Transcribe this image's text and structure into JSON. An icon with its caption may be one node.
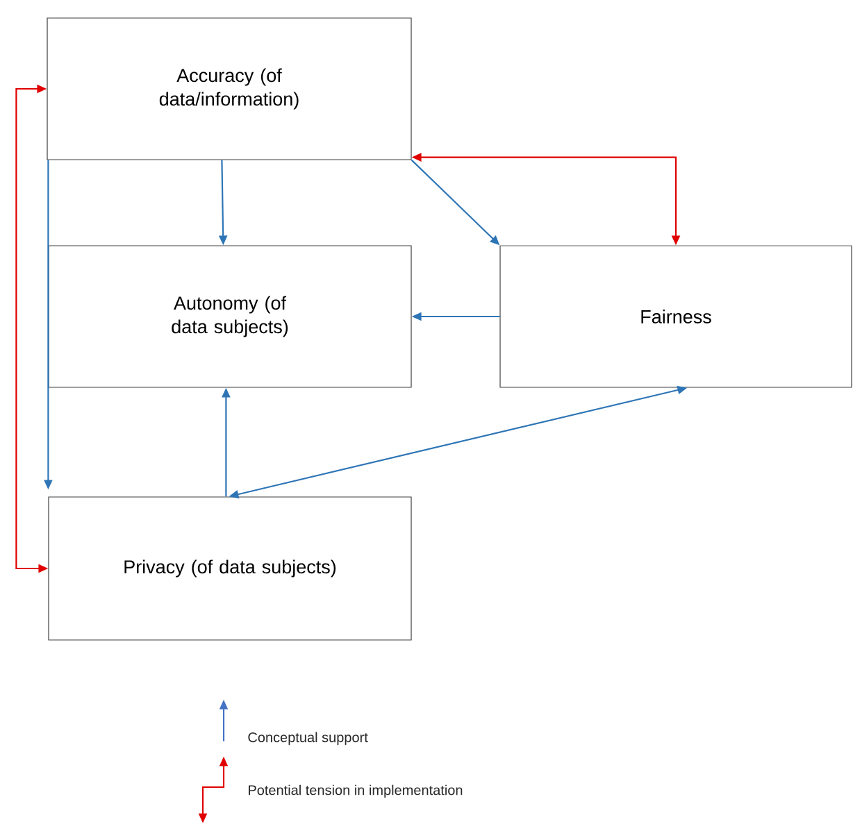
{
  "diagram": {
    "nodes": [
      {
        "text": [
          "Accuracy (of data/information)"
        ]
      },
      {
        "text": [
          "Autonomy (of data subjects)"
        ]
      },
      {
        "text": [
          "Fairness"
        ]
      },
      {
        "text": [
          "Privacy (of data subjects)"
        ]
      }
    ],
    "edges": [
      {
        "from": 0,
        "to": 1,
        "arrow": "to"
      },
      {
        "from": 0,
        "to": 2,
        "arrow": "to"
      },
      {
        "from": 0,
        "to": 3,
        "arrow": "to"
      },
      {
        "from": 2,
        "to": 1,
        "arrow": "to"
      },
      {
        "from": 3,
        "to": 1,
        "arrow": "to"
      },
      {
        "from": 3,
        "to": 2,
        "arrow": "both"
      },
      {
        "from": 0,
        "to": 3,
        "arrow": "both",
        "color": "#e00000"
      },
      {
        "from": 0,
        "to": 2,
        "arrow": "both",
        "color": "#e00000"
      }
    ],
    "legend": [
      {
        "text": "Conceptual support"
      },
      {
        "text": "Potential tension in implementation"
      }
    ]
  }
}
